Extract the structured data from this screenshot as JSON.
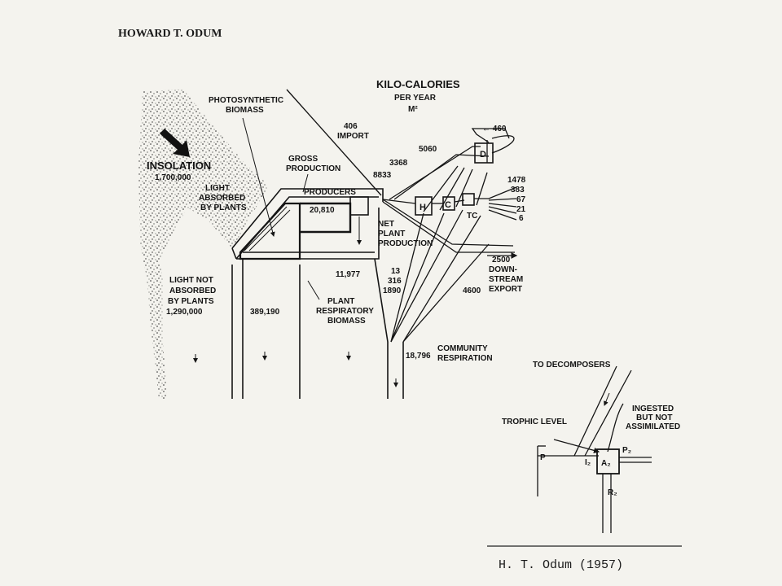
{
  "header": {
    "author": "HOWARD T. ODUM"
  },
  "units": {
    "line1": "KILO-CALORIES",
    "line2": "PER YEAR",
    "line3": "M²"
  },
  "insolation": {
    "label": "INSOLATION",
    "value": "1,700,000"
  },
  "light_absorbed": {
    "l1": "LIGHT",
    "l2": "ABSORBED",
    "l3": "BY PLANTS"
  },
  "light_not_absorbed": {
    "l1": "LIGHT NOT",
    "l2": "ABSORBED",
    "l3": "BY PLANTS",
    "value": "1,290,000"
  },
  "photosynthetic": {
    "l1": "PHOTOSYNTHETIC",
    "l2": "BIOMASS"
  },
  "gross": {
    "l1": "GROSS",
    "l2": "PRODUCTION"
  },
  "producers": {
    "label": "PRODUCERS",
    "value": "20,810"
  },
  "import": {
    "value": "406",
    "label": "IMPORT"
  },
  "flows": {
    "v3368": "3368",
    "v8833": "8833",
    "v5060": "5060",
    "v460": "← 460",
    "v1478": "1478",
    "v383": "383",
    "v67": "67",
    "v21": "21",
    "v6": "6",
    "v13": "13",
    "v316": "316",
    "v1890": "1890",
    "v4600": "4600",
    "v11977": "11,977",
    "v389190": "389,190",
    "v18796": "18,796"
  },
  "net_plant": {
    "l1": "NET",
    "l2": "PLANT",
    "l3": "PRODUCTION"
  },
  "downstream": {
    "value": "2500",
    "l1": "DOWN-",
    "l2": "STREAM",
    "l3": "EXPORT"
  },
  "plant_resp": {
    "l1": "PLANT",
    "l2": "RESPIRATORY",
    "l3": "BIOMASS"
  },
  "community": {
    "l1": "COMMUNITY",
    "l2": "RESPIRATION"
  },
  "boxes": {
    "h": "H",
    "c": "C",
    "tc": "TC",
    "d": "D"
  },
  "inset": {
    "decomposers": "TO DECOMPOSERS",
    "ingested_l1": "INGESTED",
    "ingested_l2": "BUT NOT",
    "ingested_l3": "ASSIMILATED",
    "trophic": "TROPHIC LEVEL",
    "p": "P",
    "i2": "I₂",
    "a2": "A₂",
    "p2": "P₂",
    "r2": "R₂"
  },
  "caption": "H. T. Odum (1957)"
}
